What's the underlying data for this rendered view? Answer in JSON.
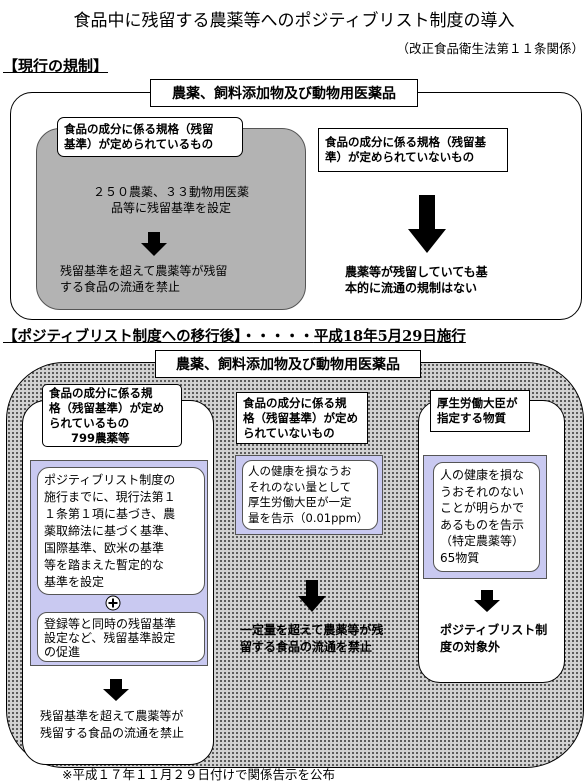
{
  "title": "食品中に残留する農薬等へのポジティブリスト制度の導入",
  "subtitle": "（改正食品衛生法第１１条関係）",
  "current": {
    "heading": "【現行の規制】",
    "category": "農薬、飼料添加物及び動物用医薬品",
    "with_standards": {
      "label": "食品の成分に係る規格（残留\n基準）が定められているもの",
      "setting": "２５０農薬、３３動物用医薬\n品等に残留基準を設定",
      "result": "残留基準を超えて農薬等が残留\nする食品の流通を禁止"
    },
    "without_standards": {
      "label": "食品の成分に係る規格（残留基\n準）が定められていないもの",
      "result": "農薬等が残留していても基\n本的に流通の規制はない"
    }
  },
  "after": {
    "heading": "【ポジティブリスト制度への移行後】・・・・・",
    "effective_date": "平成18年5月29日施行",
    "category": "農薬、飼料添加物及び動物用医薬品",
    "with_standards": {
      "label": "食品の成分に係る規\n格（残留基準）が定め\nられているもの",
      "count": "799農薬等",
      "provisional": "ポジティブリスト制度の\n施行までに、現行法第１\n１条第１項に基づき、農\n薬取締法に基づく基準、\n国際基準、欧米の基準\n等を踏まえた暫定的な\n基準を設定",
      "promotion": "登録等と同時の残留基準\n設定など、残留基準設定\nの促進",
      "result": "残留基準を超えて農薬等が\n残留する食品の流通を禁止"
    },
    "without_standards": {
      "label": "食品の成分に係る規\n格（残留基準）が定め\nられていないもの",
      "uniform_limit": "人の健康を損なうお\nそれのない量として\n厚生労働大臣が一定\n量を告示（0.01ppm）",
      "result": "一定量を超えて農薬等が残\n留する食品の流通を禁止"
    },
    "designated": {
      "label": "厚生労働大臣が\n指定する物質",
      "description": "人の健康を損な\nうおそれのない\nことが明らかで\nあるものを告示\n（特定農薬等）\n65物質",
      "result": "ポジティブリスト制\n度の対象外"
    }
  },
  "footnote": "※平成１７年１１月２９日付けで関係告示を公布",
  "colors": {
    "gray_box": "#b3b3b3",
    "lavender_box": "#c9c9f1",
    "dotted_panel_bg": "#d2d2d2",
    "arrow": "#000000"
  }
}
